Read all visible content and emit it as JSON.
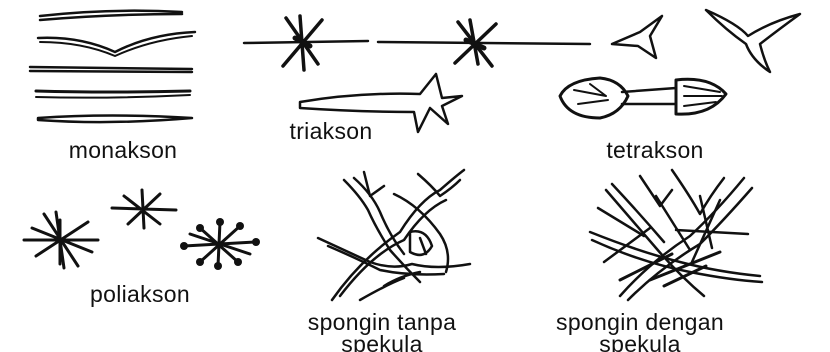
{
  "labels": {
    "monakson": "monakson",
    "triakson": "triakson",
    "tetrakson": "tetrakson",
    "poliakson": "poliakson",
    "spongin_tanpa_line1": "spongin tanpa",
    "spongin_tanpa_line2": "spekula",
    "spongin_dengan_line1": "spongin dengan",
    "spongin_dengan_line2": "spekula"
  }
}
